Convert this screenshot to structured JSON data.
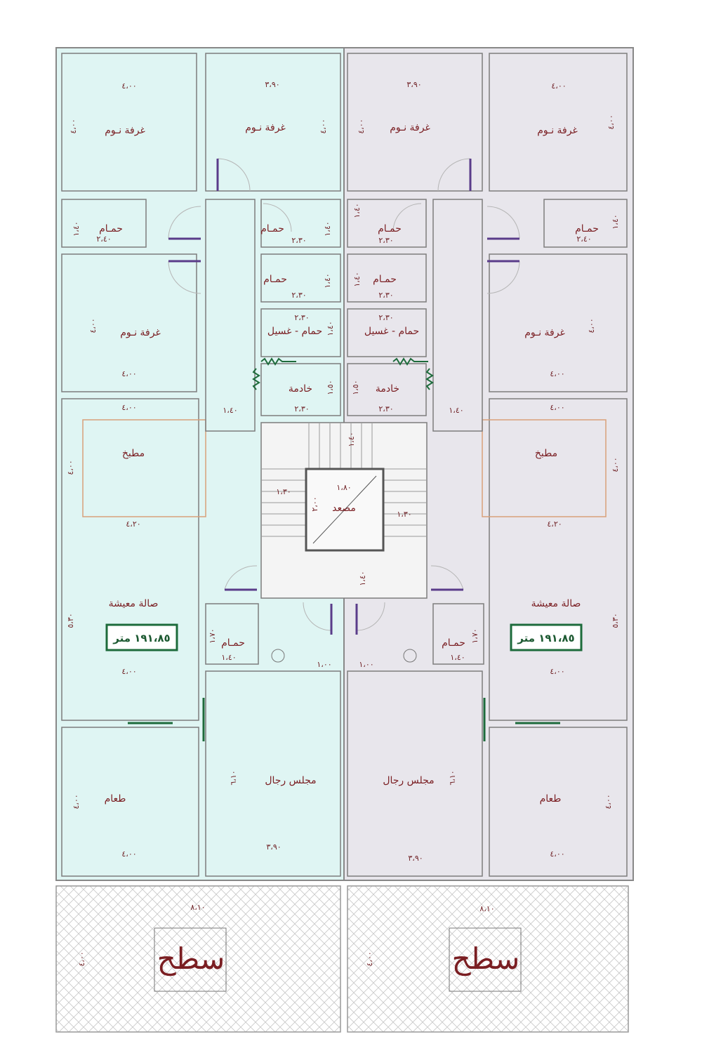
{
  "rooms": {
    "bedroom": "غرفة نـوم",
    "bath": "حمـام",
    "bath_laundry": "حمام - غسيل",
    "maid": "خادمة",
    "kitchen": "مطبخ",
    "living": "صالة معيشة",
    "mens_majlis": "مجلس رجال",
    "dining": "طعام",
    "elevator": "مصعد",
    "roof": "سطح"
  },
  "area": "١٩١،٨٥ متر",
  "dims": {
    "d400": "٤،٠٠",
    "d390": "٣،٩٠",
    "d230": "٢،٣٠",
    "d240": "٢،٤٠",
    "d140": "١،٤٠",
    "d420": "٤،٢٠",
    "d180": "١،٨٠",
    "d130": "١،٣٠",
    "d100": "١،٠٠",
    "d810": "٨،١٠",
    "d530": "٥،٣٠",
    "d150": "١،٥٠",
    "d170": "١،٧٠",
    "d200": "٢،٠٠",
    "d140b": "١،٤٠",
    "d610": "٦،١٠"
  },
  "colors": {
    "left_unit": "#dff5f3",
    "right_unit": "#e8e6ec",
    "wall": "#7d7d7d",
    "label": "#7a1e22",
    "area_box": "#1d6b3b"
  }
}
